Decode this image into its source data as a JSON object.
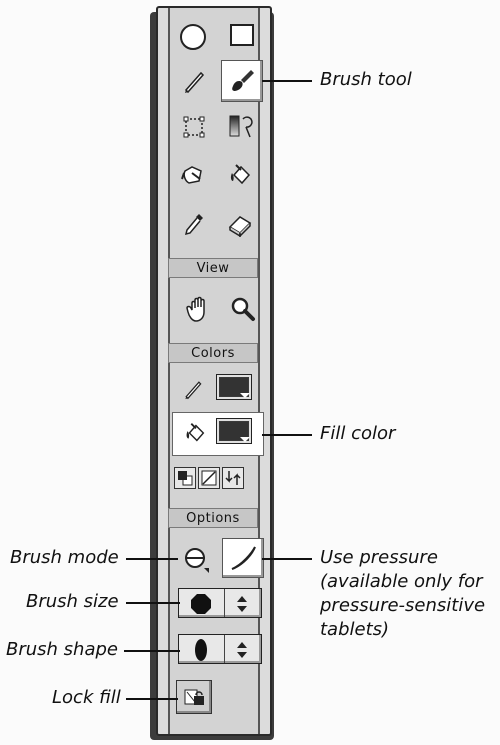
{
  "sections": {
    "view": "View",
    "colors": "Colors",
    "options": "Options"
  },
  "tools": [
    {
      "name": "pencil-icon"
    },
    {
      "name": "brush-icon",
      "selected": true
    },
    {
      "name": "lasso-icon"
    },
    {
      "name": "gradient-transform-icon"
    },
    {
      "name": "ink-bottle-icon"
    },
    {
      "name": "paint-bucket-icon"
    },
    {
      "name": "eyedropper-icon"
    },
    {
      "name": "eraser-icon"
    }
  ],
  "view_tools": [
    {
      "name": "hand-icon"
    },
    {
      "name": "magnifier-icon"
    }
  ],
  "colors": {
    "stroke_swatch": "#333333",
    "fill_swatch": "#333333"
  },
  "callouts": {
    "brush_tool": "Brush tool",
    "fill_color": "Fill color",
    "brush_mode": "Brush mode",
    "use_pressure_1": "Use pressure",
    "use_pressure_2": "(available only for",
    "use_pressure_3": "pressure-sensitive",
    "use_pressure_4": "tablets)",
    "brush_size": "Brush size",
    "brush_shape": "Brush shape",
    "lock_fill": "Lock fill"
  }
}
